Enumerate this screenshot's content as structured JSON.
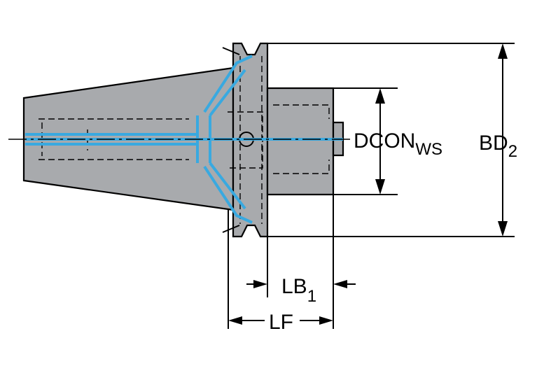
{
  "labels": {
    "dcon": {
      "main": "DCON",
      "sub": "WS"
    },
    "bd": {
      "main": "BD",
      "sub": "2"
    },
    "lb": {
      "main": "LB",
      "sub": "1"
    },
    "lf": {
      "main": "LF"
    }
  },
  "colors": {
    "body": "#a8aaad",
    "coolant": "#39a9e0",
    "outline": "#000000"
  }
}
